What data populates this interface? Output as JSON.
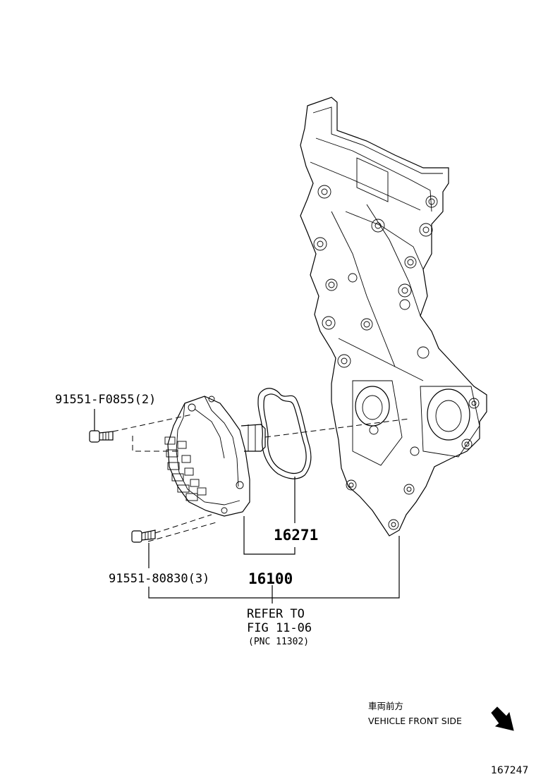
{
  "parts": {
    "bolt_upper": "91551-F0855(2)",
    "bolt_lower": "91551-80830(3)",
    "gasket": "16271",
    "water_pump": "16100"
  },
  "reference": {
    "line1": "REFER TO",
    "line2": "FIG 11-06",
    "line3": "(PNC 11302)"
  },
  "orientation": {
    "japanese": "車両前方",
    "english": "VEHICLE FRONT SIDE"
  },
  "figure_number": "167247"
}
